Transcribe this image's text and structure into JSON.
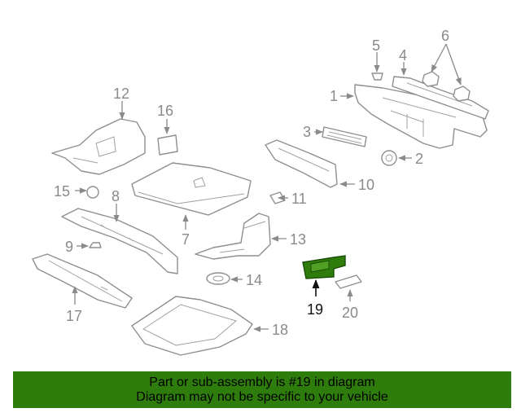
{
  "callouts": [
    "1",
    "2",
    "3",
    "4",
    "5",
    "6",
    "7",
    "8",
    "9",
    "10",
    "11",
    "12",
    "13",
    "14",
    "15",
    "16",
    "17",
    "18",
    "19",
    "20"
  ],
  "highlighted_part": "19",
  "highlight_color": "#2e7d0c",
  "banner": {
    "line1": "Part or sub-assembly is #19 in diagram",
    "line2": "Diagram may not be specific to your vehicle",
    "background": "#2e7d0c"
  }
}
